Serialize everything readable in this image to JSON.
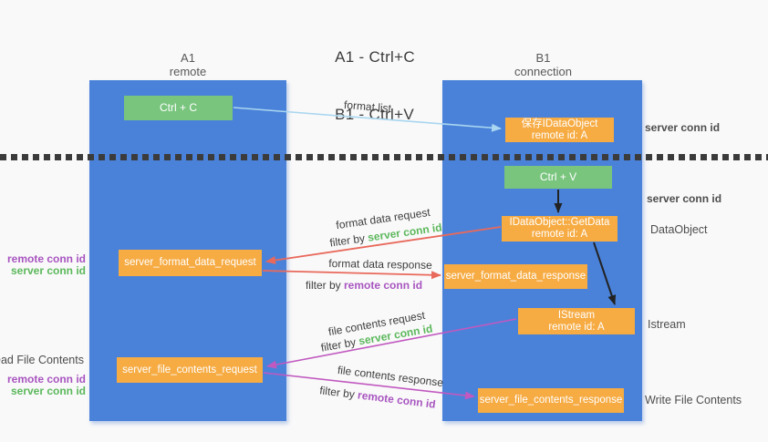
{
  "title": {
    "line1": "A1 - Ctrl+C",
    "line2": "B1 - Ctrl+V"
  },
  "lanes": {
    "left": {
      "name": "A1",
      "role": "remote"
    },
    "right": {
      "name": "B1",
      "role": "connection"
    }
  },
  "nodes": {
    "ctrl_c": {
      "label": "Ctrl + C"
    },
    "ctrl_v": {
      "label": "Ctrl + V"
    },
    "save_dataobject": {
      "line1": "保存IDataObject",
      "line2": "remote id: A"
    },
    "getdata": {
      "line1": "IDataObject::GetData",
      "line2": "remote id: A"
    },
    "istream": {
      "line1": "IStream",
      "line2": "remote id: A"
    },
    "format_request": {
      "label": "server_format_data_request"
    },
    "format_response": {
      "label": "server_format_data_response"
    },
    "file_request": {
      "label": "server_file_contents_request"
    },
    "file_response": {
      "label": "server_file_contents_response"
    }
  },
  "arrow_labels": {
    "format_list": "format list",
    "format_data_request": "format data request",
    "format_data_response": "format data response",
    "file_contents_request": "file contents request",
    "file_contents_response": "file contents response"
  },
  "terms": {
    "filter_by": "filter by",
    "server_conn_id": "server conn id",
    "remote_conn_id": "remote conn id"
  },
  "annotations": {
    "read_file_contents": "Read File Contents",
    "write_file_contents": "Write File Contents",
    "dataobject": "DataObject",
    "istream": "Istream"
  },
  "colors": {
    "lane_blue": "#4a82d9",
    "green_box": "#79c57e",
    "orange_box": "#f6ab43",
    "green_text": "#5cb85c",
    "purple_text": "#a855c0",
    "red_arrow": "#e9695c",
    "magenta_arrow": "#c159c0",
    "light_blue_arrow": "#a9d6f0",
    "dark_text": "#3f3f3f",
    "background": "#f9f9f9"
  }
}
